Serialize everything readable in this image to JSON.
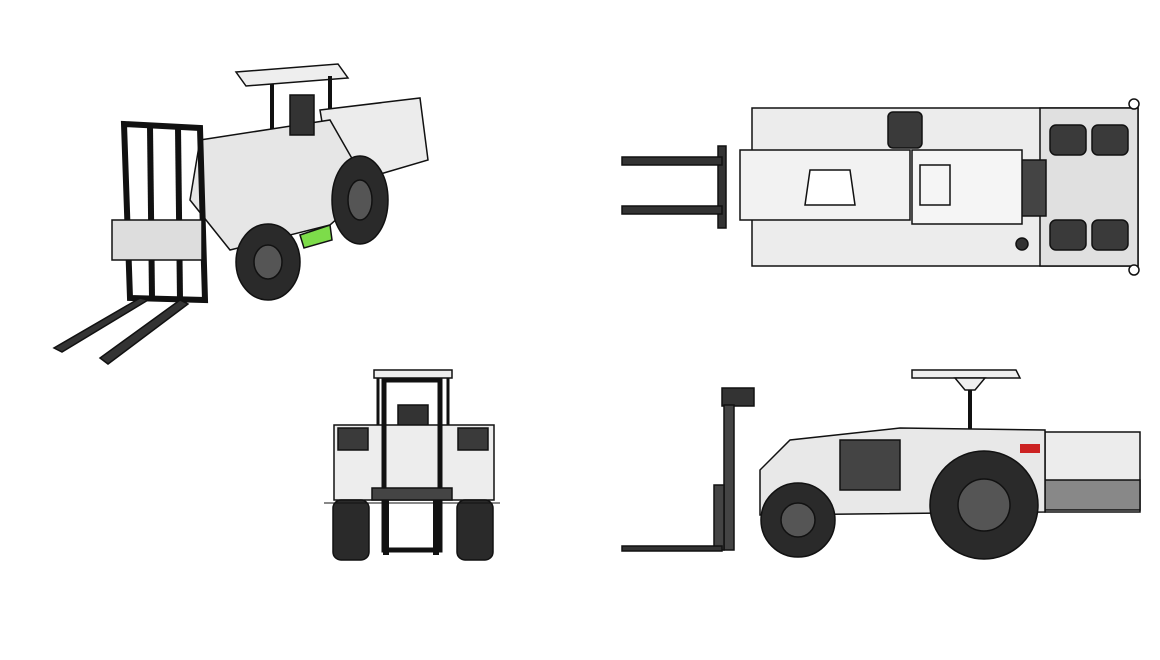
{
  "colors": {
    "background": "#ffffff",
    "outline": "#111111",
    "body": "#efefef",
    "dark": "#3a3a3a",
    "tire": "#2a2a2a",
    "accent_green": "#7ddc4a",
    "label_red": "#cc2222"
  },
  "views": [
    {
      "id": "isometric"
    },
    {
      "id": "top"
    },
    {
      "id": "front"
    },
    {
      "id": "side"
    }
  ]
}
